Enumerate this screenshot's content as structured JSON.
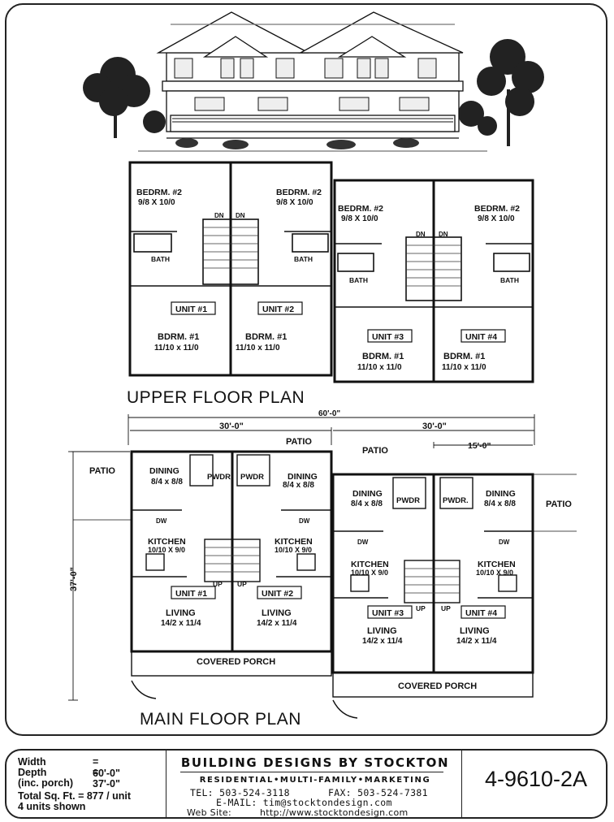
{
  "elevation": {
    "icon": "house-elevation-drawing"
  },
  "upper_plan": {
    "title": "UPPER FLOOR PLAN",
    "overall_dim": "60'-0\"",
    "rooms": {
      "bed2": "BEDRM. #2",
      "bed2_size": "9/8 X 10/0",
      "dn": "DN",
      "bath": "BATH",
      "bdrm1": "BDRM. #1",
      "bdrm1_size": "11/10 x 11/0"
    },
    "units": [
      "UNIT #1",
      "UNIT #2",
      "UNIT #3",
      "UNIT #4"
    ]
  },
  "main_plan": {
    "title": "MAIN FLOOR PLAN",
    "dim_left": "30'-0\"",
    "dim_right": "30'-0\"",
    "dim_half": "15'-0\"",
    "dim_depth": "37'-0\"",
    "patio": "PATIO",
    "dining": "DINING",
    "dining_size": "8/4 x 8/8",
    "pwdr_a": "PWDR",
    "pwdr_b": "PWDR.",
    "dw": "DW",
    "kitchen": "KITCHEN",
    "kitchen_size": "10/10 X 9/0",
    "up": "UP",
    "living": "LIVING",
    "living_size": "14/2 x 11/4",
    "porch": "COVERED PORCH",
    "units": [
      "UNIT #1",
      "UNIT #2",
      "UNIT #3",
      "UNIT #4"
    ]
  },
  "title_block": {
    "specs": [
      {
        "label": "Width",
        "value": "= 60'-0\""
      },
      {
        "label": "Depth",
        "value": "= 37'-0\""
      },
      {
        "label": "(inc. porch)",
        "value": ""
      },
      {
        "label": "Total Sq. Ft. = 877 / unit",
        "value": ""
      },
      {
        "label": "4 units shown",
        "value": ""
      }
    ],
    "company": "BUILDING DESIGNS BY STOCKTON",
    "services": "RESIDENTIAL•MULTI-FAMILY•MARKETING",
    "tel": "TEL: 503-524-3118",
    "fax": "FAX: 503-524-7381",
    "email": "E-MAIL: tim@stocktondesign.com",
    "web_label": "Web Site:",
    "web_url": "http://www.stocktondesign.com",
    "plan_code": "4-9610-2A"
  }
}
